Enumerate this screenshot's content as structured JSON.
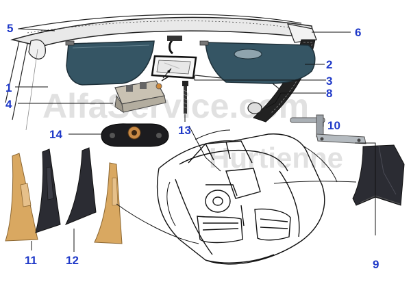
{
  "watermark": {
    "line1": "AlfaService.com",
    "line2": "Hurtienne"
  },
  "callouts": [
    {
      "id": "part-1",
      "label": "1"
    },
    {
      "id": "part-2",
      "label": "2"
    },
    {
      "id": "part-3",
      "label": "3"
    },
    {
      "id": "part-4",
      "label": "4"
    },
    {
      "id": "part-5",
      "label": "5"
    },
    {
      "id": "part-6",
      "label": "6"
    },
    {
      "id": "part-8",
      "label": "8"
    },
    {
      "id": "part-9",
      "label": "9"
    },
    {
      "id": "part-10",
      "label": "10"
    },
    {
      "id": "part-11",
      "label": "11"
    },
    {
      "id": "part-12",
      "label": "12"
    },
    {
      "id": "part-13",
      "label": "13"
    },
    {
      "id": "part-14",
      "label": "14"
    }
  ],
  "colors": {
    "callout": "#1f39c8",
    "visor": "#355564",
    "tan_trim": "#d9a861",
    "dark_trim": "#2b2c33",
    "steel": "#9aa0a6"
  }
}
